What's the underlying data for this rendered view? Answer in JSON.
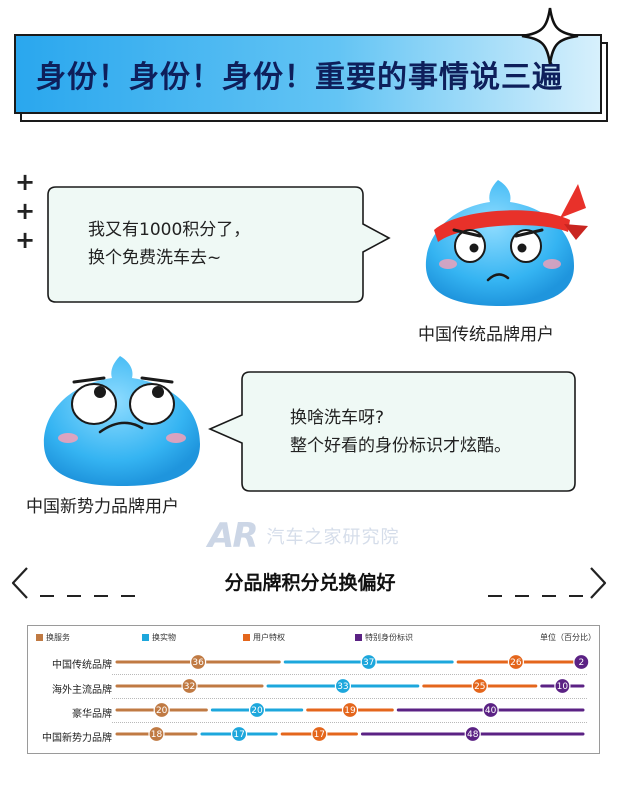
{
  "header": {
    "title": "身份！身份！身份！重要的事情说三遍"
  },
  "plus_marks": [
    "+",
    "+",
    "+"
  ],
  "dialogue": {
    "first": {
      "lines": [
        "我又有1000积分了，",
        "换个免费洗车去~"
      ],
      "speaker": "中国传统品牌用户"
    },
    "second": {
      "lines": [
        "换啥洗车呀?",
        "整个好看的身份标识才炫酷。"
      ],
      "speaker": "中国新势力品牌用户"
    }
  },
  "watermark": {
    "logo": "AR",
    "text": "汽车之家研究院"
  },
  "section": {
    "title": "分品牌积分兑换偏好"
  },
  "colors": {
    "banner_blue": "#2aa7ee",
    "mascot_blue": "#35b4f2",
    "headband_red": "#e8312a",
    "bubble_fill": "#eff9f5"
  },
  "chart_data": {
    "type": "bar",
    "orientation": "horizontal",
    "stacked": true,
    "unit": "单位（百分比）",
    "categories": [
      "中国传统品牌",
      "海外主流品牌",
      "豪华品牌",
      "中国新势力品牌"
    ],
    "series": [
      {
        "name": "换服务",
        "color": "#c07a43",
        "values": [
          36,
          32,
          20,
          18
        ]
      },
      {
        "name": "换实物",
        "color": "#1da7dc",
        "values": [
          37,
          33,
          20,
          17
        ]
      },
      {
        "name": "用户特权",
        "color": "#e4661c",
        "values": [
          26,
          25,
          19,
          17
        ]
      },
      {
        "name": "特别身份标识",
        "color": "#5b2284",
        "values": [
          2,
          10,
          40,
          48
        ]
      }
    ]
  }
}
